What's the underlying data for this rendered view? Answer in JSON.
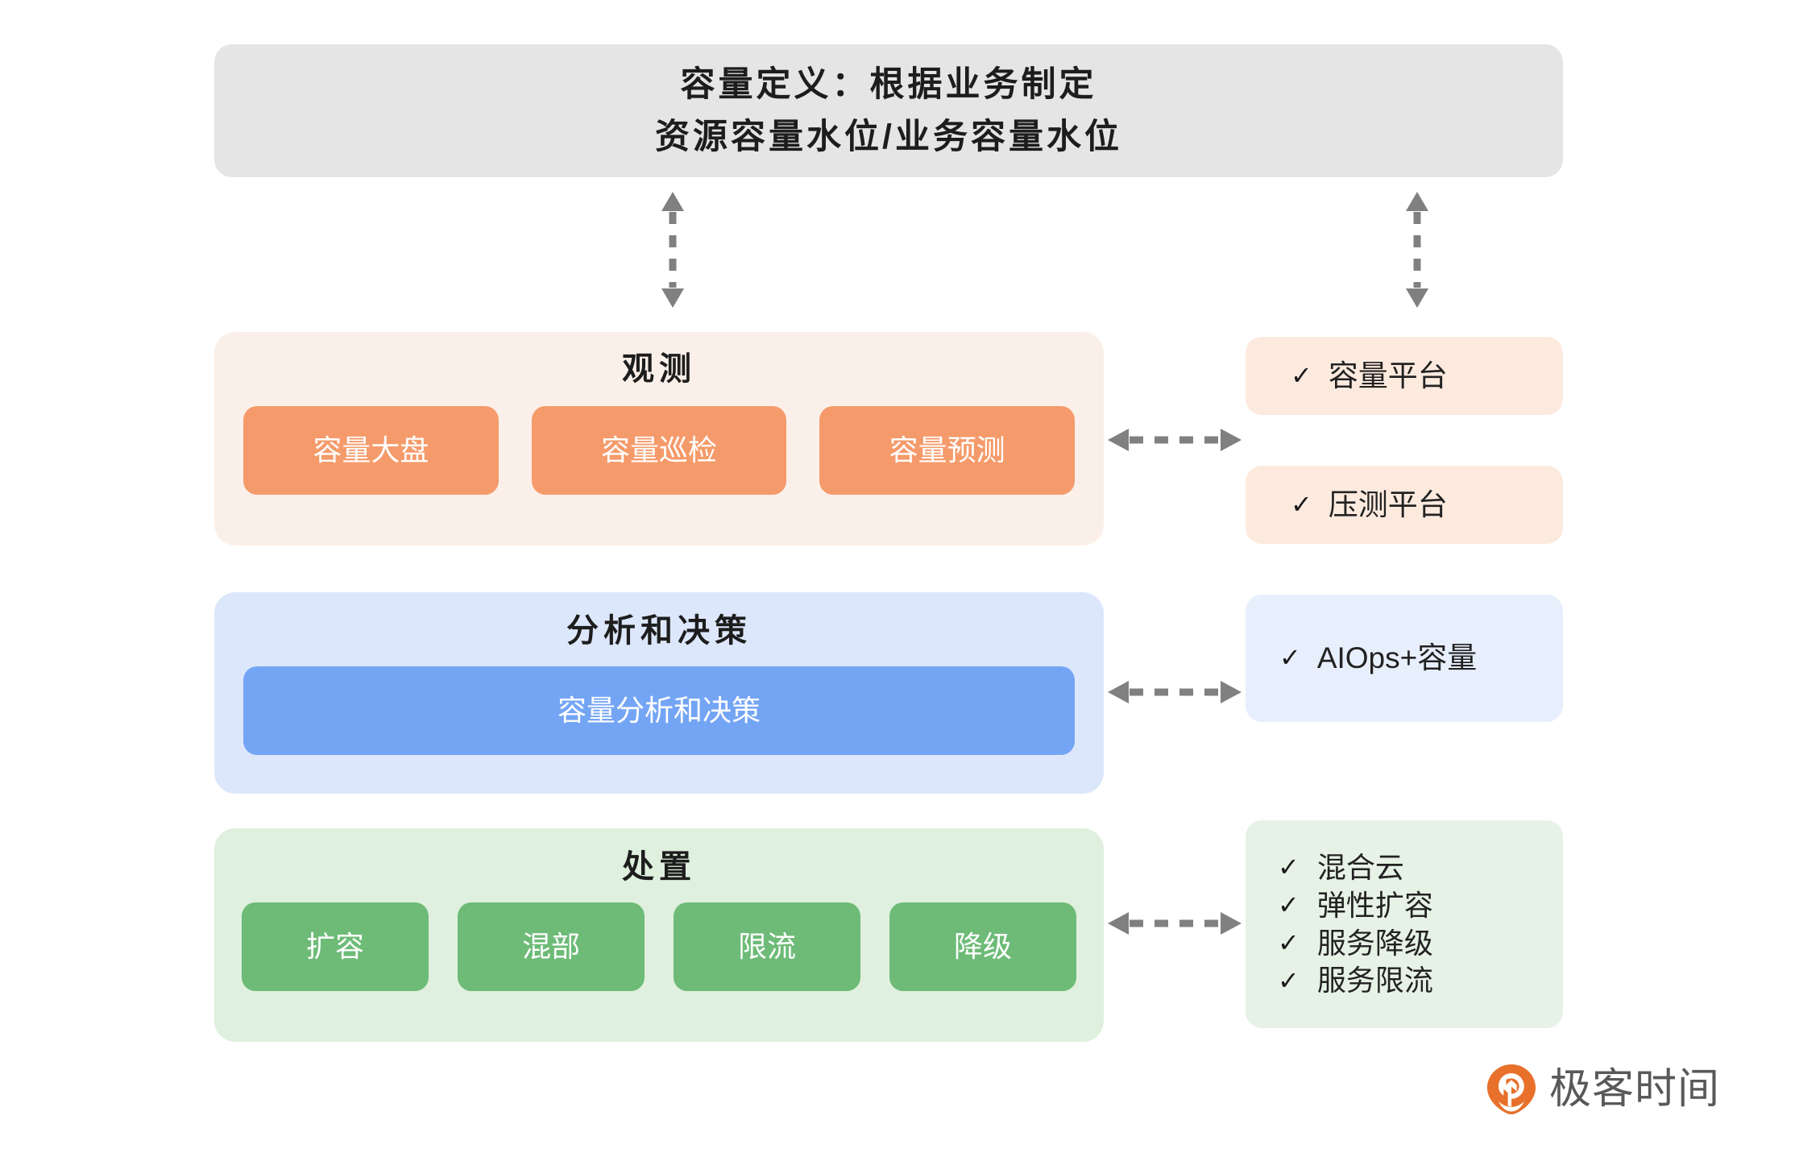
{
  "header": {
    "line1": "容量定义：根据业务制定",
    "line2": "资源容量水位/业务容量水位"
  },
  "panels": [
    {
      "id": "observe",
      "title": "观测",
      "accent": "#f59b6b",
      "background": "#fbf0e9",
      "chips": [
        "容量大盘",
        "容量巡检",
        "容量预测"
      ]
    },
    {
      "id": "analyze",
      "title": "分析和决策",
      "accent": "#74a5f5",
      "background": "#dde7fb",
      "chips": [
        "容量分析和决策"
      ]
    },
    {
      "id": "dispose",
      "title": "处置",
      "accent": "#6dbb77",
      "background": "#dff0de",
      "chips": [
        "扩容",
        "混部",
        "限流",
        "降级"
      ]
    }
  ],
  "side_cards": [
    {
      "id": "capacity-platform",
      "background": "#fdeadf",
      "items": [
        "容量平台"
      ]
    },
    {
      "id": "stress-platform",
      "background": "#fdeadf",
      "items": [
        "压测平台"
      ]
    },
    {
      "id": "aiops",
      "background": "#e8effc",
      "items": [
        "AIOps+容量"
      ]
    },
    {
      "id": "dispose-list",
      "background": "#e7f2e6",
      "items": [
        "混合云",
        "弹性扩容",
        "服务降级",
        "服务限流"
      ]
    }
  ],
  "check_glyph": "✓",
  "arrows": {
    "color": "#808080",
    "vertical_left": "double-headed-dashed-vertical",
    "vertical_right": "double-headed-dashed-vertical",
    "horizontal_observe": "double-headed-dashed-horizontal",
    "horizontal_analyze": "double-headed-dashed-horizontal",
    "horizontal_dispose": "double-headed-dashed-horizontal"
  },
  "logo": {
    "text": "极客时间",
    "mark_color": "#e8702a",
    "text_color": "#595959"
  }
}
